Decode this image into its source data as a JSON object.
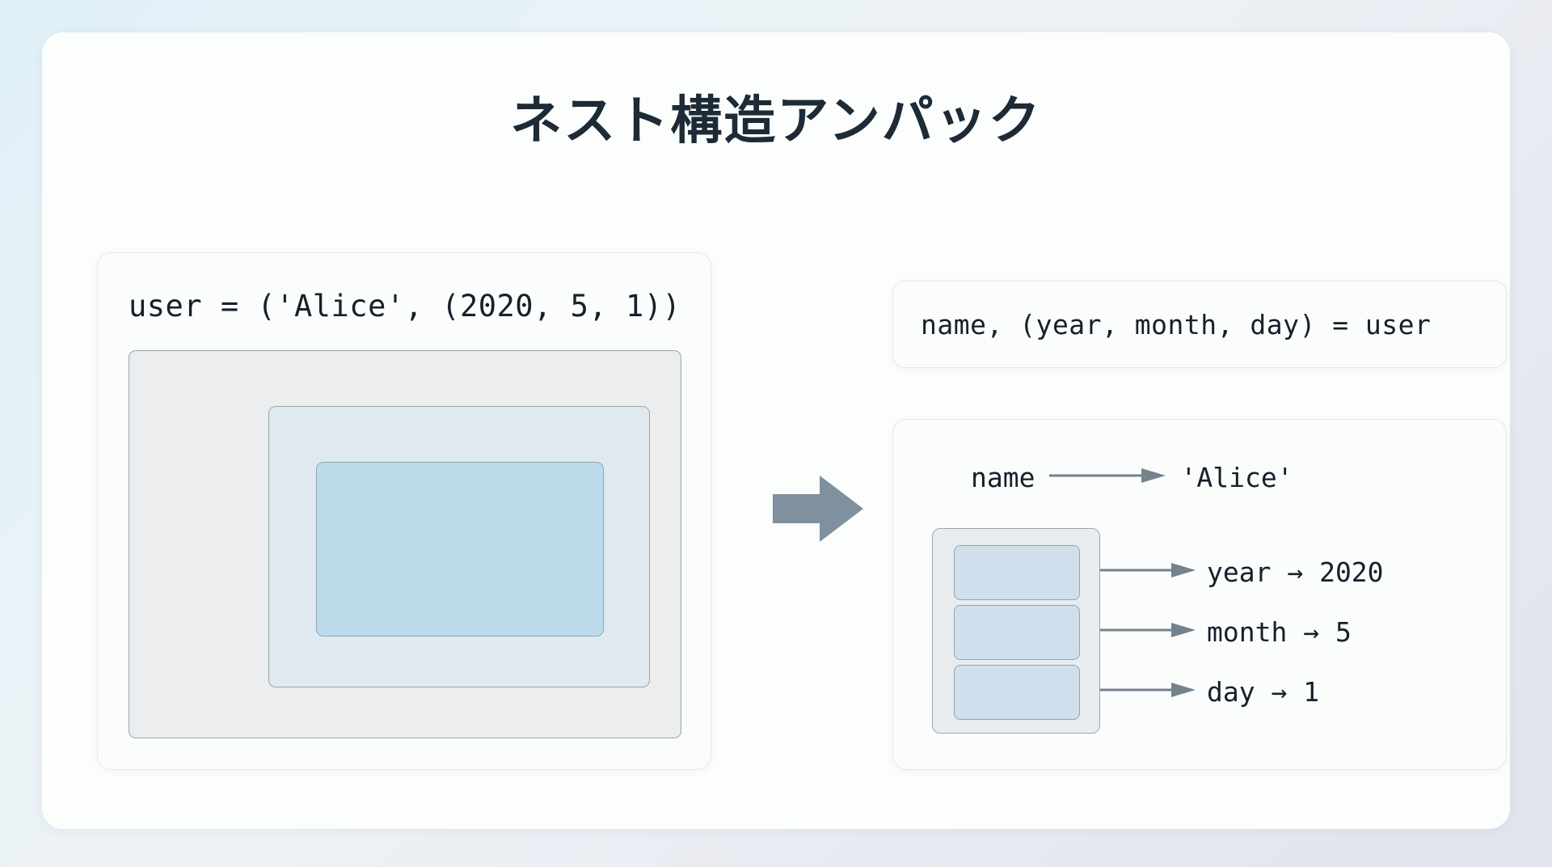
{
  "slide": {
    "title": "ネスト構造アンパック"
  },
  "left_panel": {
    "code": "user = ('Alice', (2020, 5, 1))",
    "nested_boxes": [
      {
        "name": "outer-tuple-box",
        "fill": "#ebedee"
      },
      {
        "name": "middle-tuple-box",
        "fill": "#dfe9ef"
      },
      {
        "name": "inner-tuple-box",
        "fill": "#bedbeb"
      }
    ]
  },
  "transition": {
    "arrow_icon": "right-block-arrow-icon",
    "color": "#7f909e"
  },
  "right_panel": {
    "code": "name, (year, month, day) = user",
    "name_binding": {
      "label": "name",
      "arrow": "⟶",
      "value": "'Alice'"
    },
    "tuple_slots": [
      {
        "slot": 0,
        "fill": "#cfe0ec"
      },
      {
        "slot": 1,
        "fill": "#cfe0ec"
      },
      {
        "slot": 2,
        "fill": "#cfe0ec"
      }
    ],
    "fields": [
      {
        "label": "year",
        "arrow": "→",
        "value": "2020",
        "text": "year → 2020"
      },
      {
        "label": "month",
        "arrow": "→",
        "value": "5",
        "text": "month → 5"
      },
      {
        "label": "day",
        "arrow": "→",
        "value": "1",
        "text": "day → 1"
      }
    ]
  },
  "colors": {
    "background_start": "#dff0f7",
    "background_end": "#e2e4ed",
    "card": "#fcfdfd",
    "title": "#1d2b36",
    "code": "#16202a",
    "arrow": "#7f909e",
    "box_border": "#9aa6ad"
  }
}
